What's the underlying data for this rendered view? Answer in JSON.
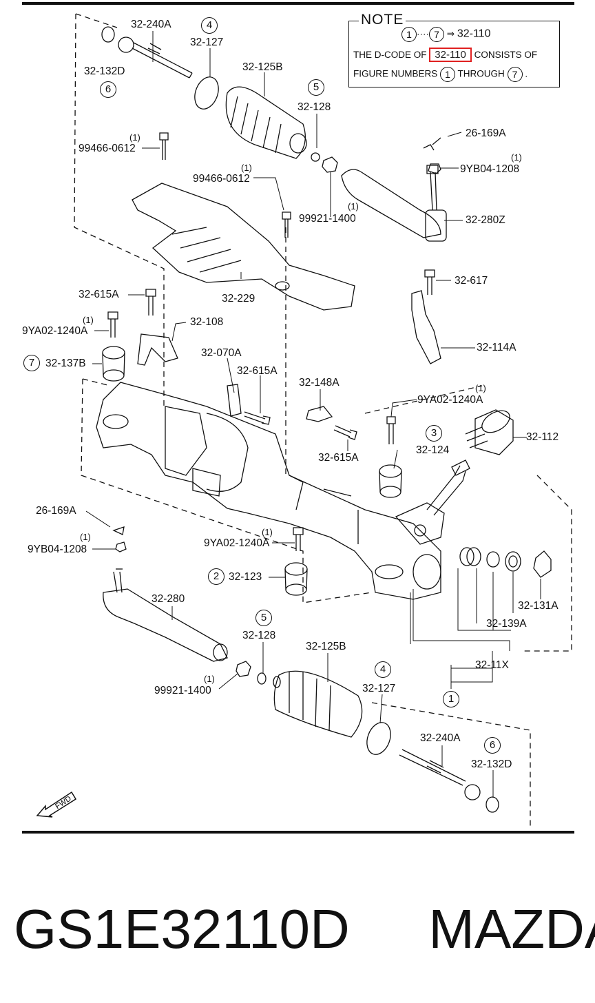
{
  "note": {
    "title": "NOTE",
    "range_start": "1",
    "range_dots": "····",
    "range_end": "7",
    "arrow": "⇒",
    "range_code": "32-110",
    "line2_pre": "THE D-CODE OF",
    "line2_code": "32-110",
    "line2_post": "CONSISTS OF",
    "line3_pre": "FIGURE NUMBERS",
    "line3_start": "1",
    "line3_mid": "THROUGH",
    "line3_end": "7",
    "line3_post": "."
  },
  "labels": {
    "l1": "32-240A",
    "l2": "32-132D",
    "l3": "32-127",
    "l4": "32-125B",
    "l5": "32-128",
    "l6": "99466-0612",
    "l7": "99466-0612",
    "l8": "26-169A",
    "l9": "9YB04-1208",
    "l10": "99921-1400",
    "l11": "32-280Z",
    "l12": "32-617",
    "l13": "32-615A",
    "l14": "9YA02-1240A",
    "l15": "32-108",
    "l16": "32-229",
    "l17": "32-137B",
    "l18": "32-070A",
    "l19": "32-615A",
    "l20": "32-148A",
    "l21": "32-114A",
    "l22": "9YA02-1240A",
    "l23": "32-112",
    "l24": "32-615A",
    "l25": "32-124",
    "l26": "26-169A",
    "l27": "9YB04-1208",
    "l28": "9YA02-1240A",
    "l29": "32-123",
    "l30": "32-280",
    "l31": "32-128",
    "l32": "32-125B",
    "l33": "99921-1400",
    "l34": "32-127",
    "l35": "32-240A",
    "l36": "32-132D",
    "l37": "32-131A",
    "l38": "32-139A",
    "l39": "32-11X",
    "fwd": "FWD"
  },
  "qty": {
    "q1": "(1)",
    "q2": "(1)",
    "q3": "(1)",
    "q4": "(1)",
    "q5": "(1)",
    "q6": "(1)",
    "q7": "(1)",
    "q8": "(1)",
    "q9": "(1)"
  },
  "callouts": {
    "c1": "6",
    "c2": "4",
    "c3": "5",
    "c4": "7",
    "c5": "3",
    "c6": "2",
    "c7": "5",
    "c8": "4",
    "c9": "6",
    "c10": "1"
  },
  "footer": {
    "part_number": "GS1E32110D",
    "brand": "MAZDA"
  }
}
